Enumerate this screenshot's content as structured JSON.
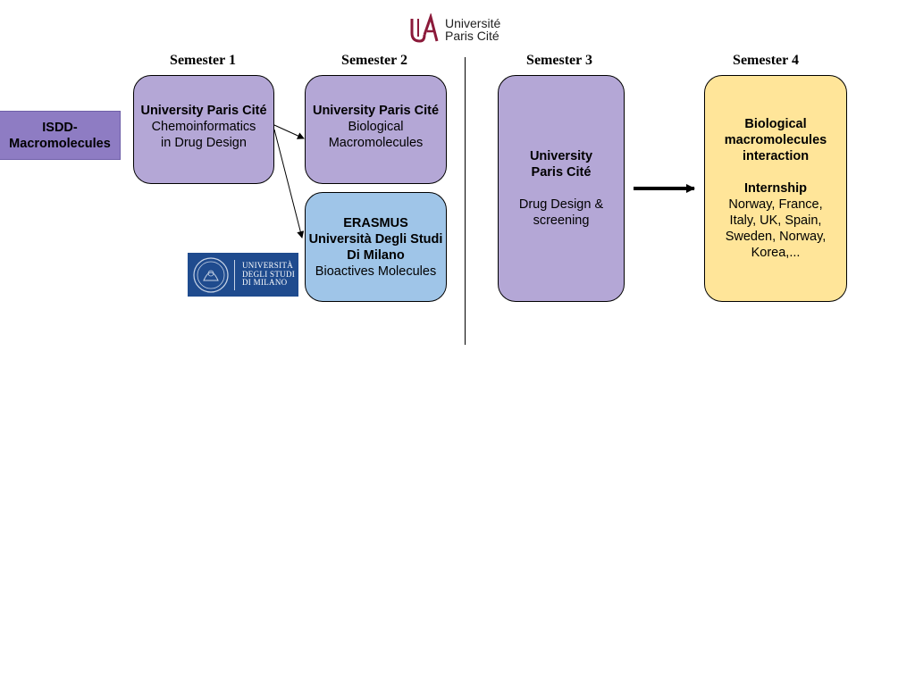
{
  "header": {
    "logo_line1": "Université",
    "logo_line2": "Paris Cité"
  },
  "semesters": [
    "Semester 1",
    "Semester 2",
    "Semester 3",
    "Semester 4"
  ],
  "track": {
    "line1": "ISDD-",
    "line2": "Macromolecules"
  },
  "s1_box": {
    "title": "University Paris Cité",
    "line1": "Chemoinformatics",
    "line2": "in Drug Design"
  },
  "s2_box": {
    "title": "University Paris Cité",
    "line1": "Biological",
    "line2": "Macromolecules"
  },
  "erasmus_box": {
    "line1": "ERASMUS",
    "line2": "Università Degli Studi",
    "line3": "Di Milano",
    "line4": "Bioactives Molecules"
  },
  "unimi_logo": {
    "line1": "UNIVERSITÀ",
    "line2": "DEGLI STUDI",
    "line3": "DI MILANO"
  },
  "s3_box": {
    "line1": "University",
    "line2": "Paris Cité",
    "line3": "Drug Design &",
    "line4": "screening"
  },
  "s4_box": {
    "line1": "Biological",
    "line2": "macromolecules",
    "line3": "interaction",
    "line4": "Internship",
    "line5": "Norway, France,",
    "line6": "Italy, UK, Spain,",
    "line7": "Sweden, Norway,",
    "line8": "Korea,..."
  },
  "colors": {
    "purple": "#b4a7d6",
    "track_purple": "#8e7cc3",
    "blue": "#9fc5e8",
    "yellow": "#ffe599",
    "upc_red": "#8b1a3a",
    "unimi_blue": "#1f4b8e"
  }
}
